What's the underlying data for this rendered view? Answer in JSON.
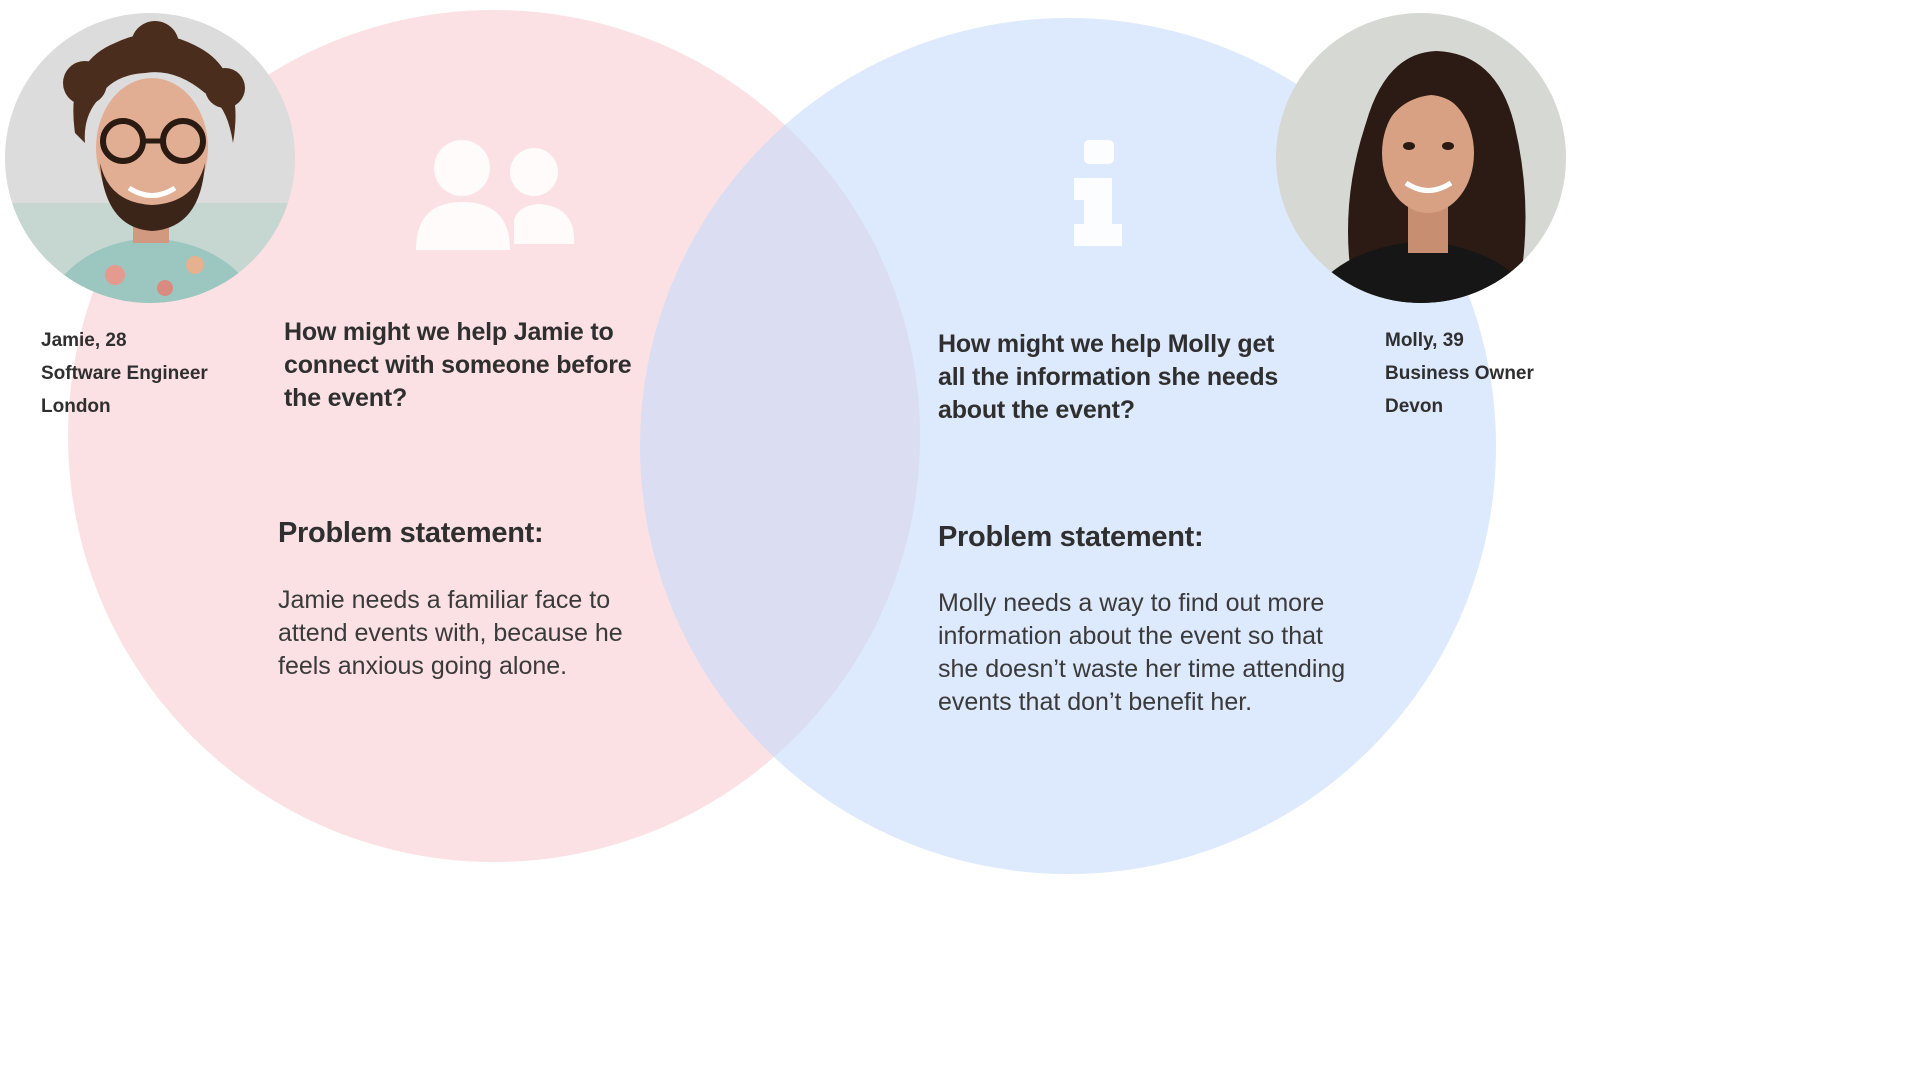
{
  "colors": {
    "left_circle": "#f9d6da",
    "right_circle": "#d4e4fc",
    "icon": "#ffffff",
    "text": "#2f2f2f"
  },
  "left": {
    "icon": "users-icon",
    "avatar": "jamie-avatar",
    "persona": {
      "name_age": "Jamie, 28",
      "job": "Software Engineer",
      "location": "London"
    },
    "hmw_lines": [
      "How might we help Jamie to",
      "connect with someone before",
      "the event?"
    ],
    "problem_title": "Problem statement:",
    "problem_lines": [
      "Jamie needs a familiar face to",
      "attend events with, because he",
      "feels anxious going alone."
    ]
  },
  "right": {
    "icon": "info-icon",
    "avatar": "molly-avatar",
    "persona": {
      "name_age": "Molly, 39",
      "job": "Business Owner",
      "location": "Devon"
    },
    "hmw_lines": [
      "How might we help Molly get",
      "all the information she needs",
      "about the event?"
    ],
    "problem_title": "Problem statement:",
    "problem_lines": [
      "Molly needs a way to find out more",
      "information about the event so that",
      "she doesn’t waste her time attending",
      "events that don’t benefit her."
    ]
  }
}
